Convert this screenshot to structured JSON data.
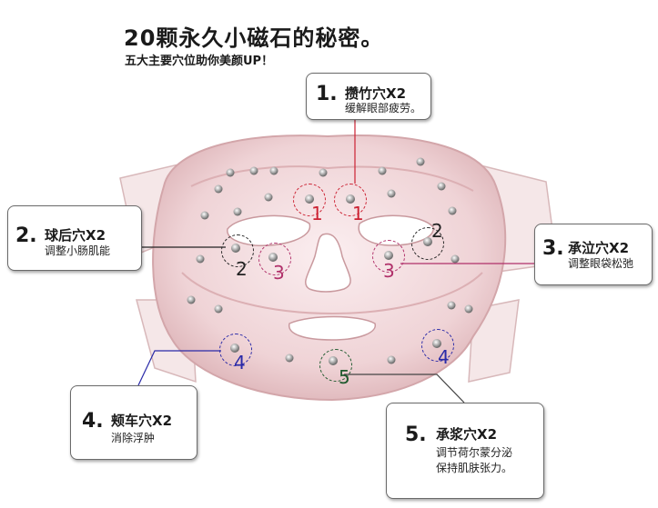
{
  "header": {
    "title": "20颗永久小磁石的秘密。",
    "subtitle": "五大主要穴位助你美颜UP！"
  },
  "callouts": [
    {
      "num": "1.",
      "name": "攒竹穴X2",
      "desc": "缓解眼部疲劳。"
    },
    {
      "num": "2.",
      "name": "球后穴X2",
      "desc": "调整小肠肌能"
    },
    {
      "num": "3.",
      "name": "承泣穴X2",
      "desc": "调整眼袋松弛"
    },
    {
      "num": "4.",
      "name": "颊车穴X2",
      "desc": "消除浮肿"
    },
    {
      "num": "5.",
      "name": "承浆穴X2",
      "desc": "调节荷尔蒙分泌",
      "desc2": "保持肌肤张力。"
    }
  ],
  "markers": [
    {
      "label": "1",
      "color": "#cc2233"
    },
    {
      "label": "1",
      "color": "#cc2233"
    },
    {
      "label": "2",
      "color": "#222222"
    },
    {
      "label": "2",
      "color": "#222222"
    },
    {
      "label": "3",
      "color": "#b0306a"
    },
    {
      "label": "3",
      "color": "#b0306a"
    },
    {
      "label": "4",
      "color": "#2a2aa8"
    },
    {
      "label": "4",
      "color": "#2a2aa8"
    },
    {
      "label": "5",
      "color": "#1f5a2e"
    }
  ],
  "colors": {
    "mask": "#f2d8d8",
    "mask_edge": "#d9a9aa",
    "magnet": "#8a8a8a"
  }
}
